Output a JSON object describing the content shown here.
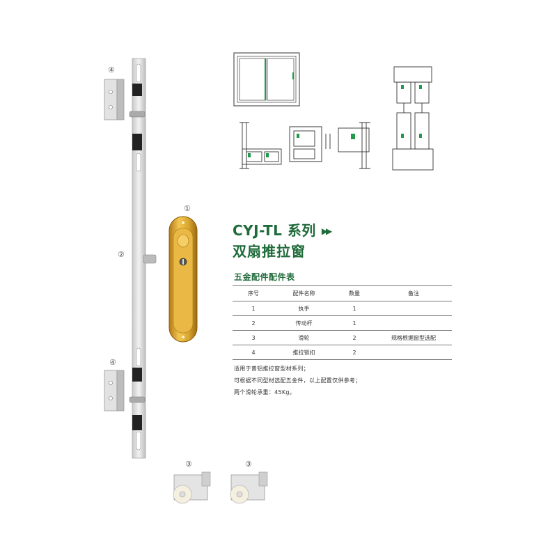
{
  "callouts": {
    "c4_top": "④",
    "c2": "②",
    "c1": "①",
    "c4_bottom": "④",
    "c3_left": "③",
    "c3_right": "③"
  },
  "heading": {
    "series": "CYJ-TL 系列",
    "name": "双扇推拉窗"
  },
  "table": {
    "title": "五金配件配件表",
    "headers": [
      "序号",
      "配件名称",
      "数量",
      "备注"
    ],
    "rows": [
      [
        "1",
        "执手",
        "1",
        ""
      ],
      [
        "2",
        "传动杆",
        "1",
        ""
      ],
      [
        "3",
        "滑轮",
        "2",
        "规格根据窗型选配"
      ],
      [
        "4",
        "推拉锁扣",
        "2",
        ""
      ]
    ]
  },
  "notes": [
    "适用于普铝推拉窗型材系列；",
    "可根据不同型材选配五金件，以上配置仅供参考；",
    "两个滑轮承重：45Kg。"
  ],
  "colors": {
    "brand_green": "#1f6b3a",
    "handle_gold": "#d9a62e",
    "profile_green": "#1e9a4a"
  }
}
